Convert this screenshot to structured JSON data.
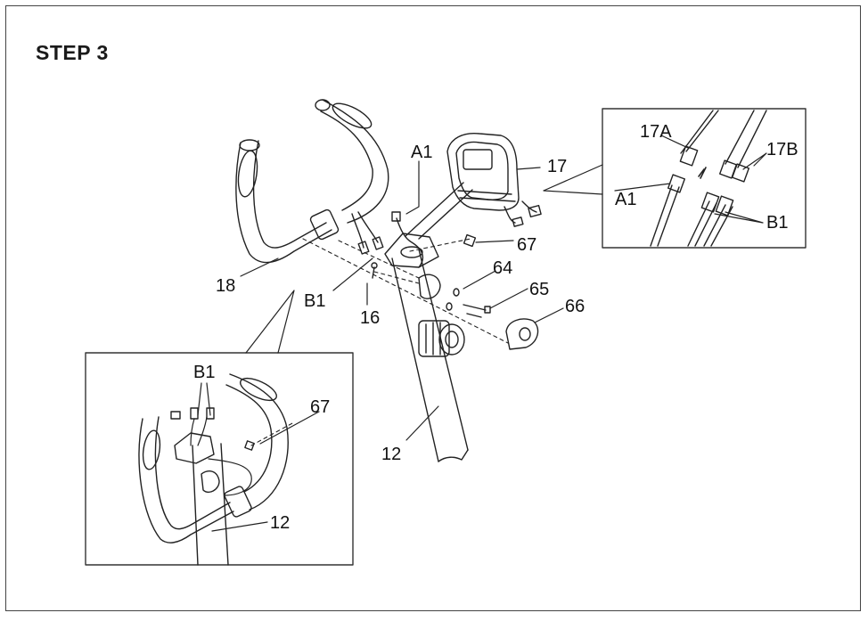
{
  "title": "STEP 3",
  "labels": {
    "part_18": "18",
    "part_b1_main": "B1",
    "part_16": "16",
    "part_a1_main": "A1",
    "part_17": "17",
    "part_67_main": "67",
    "part_64": "64",
    "part_65": "65",
    "part_66": "66",
    "part_12_main": "12",
    "inset_17a": "17A",
    "inset_17b": "17B",
    "inset_a1": "A1",
    "inset_b1": "B1",
    "detail_b1": "B1",
    "detail_67": "67",
    "detail_12": "12"
  }
}
